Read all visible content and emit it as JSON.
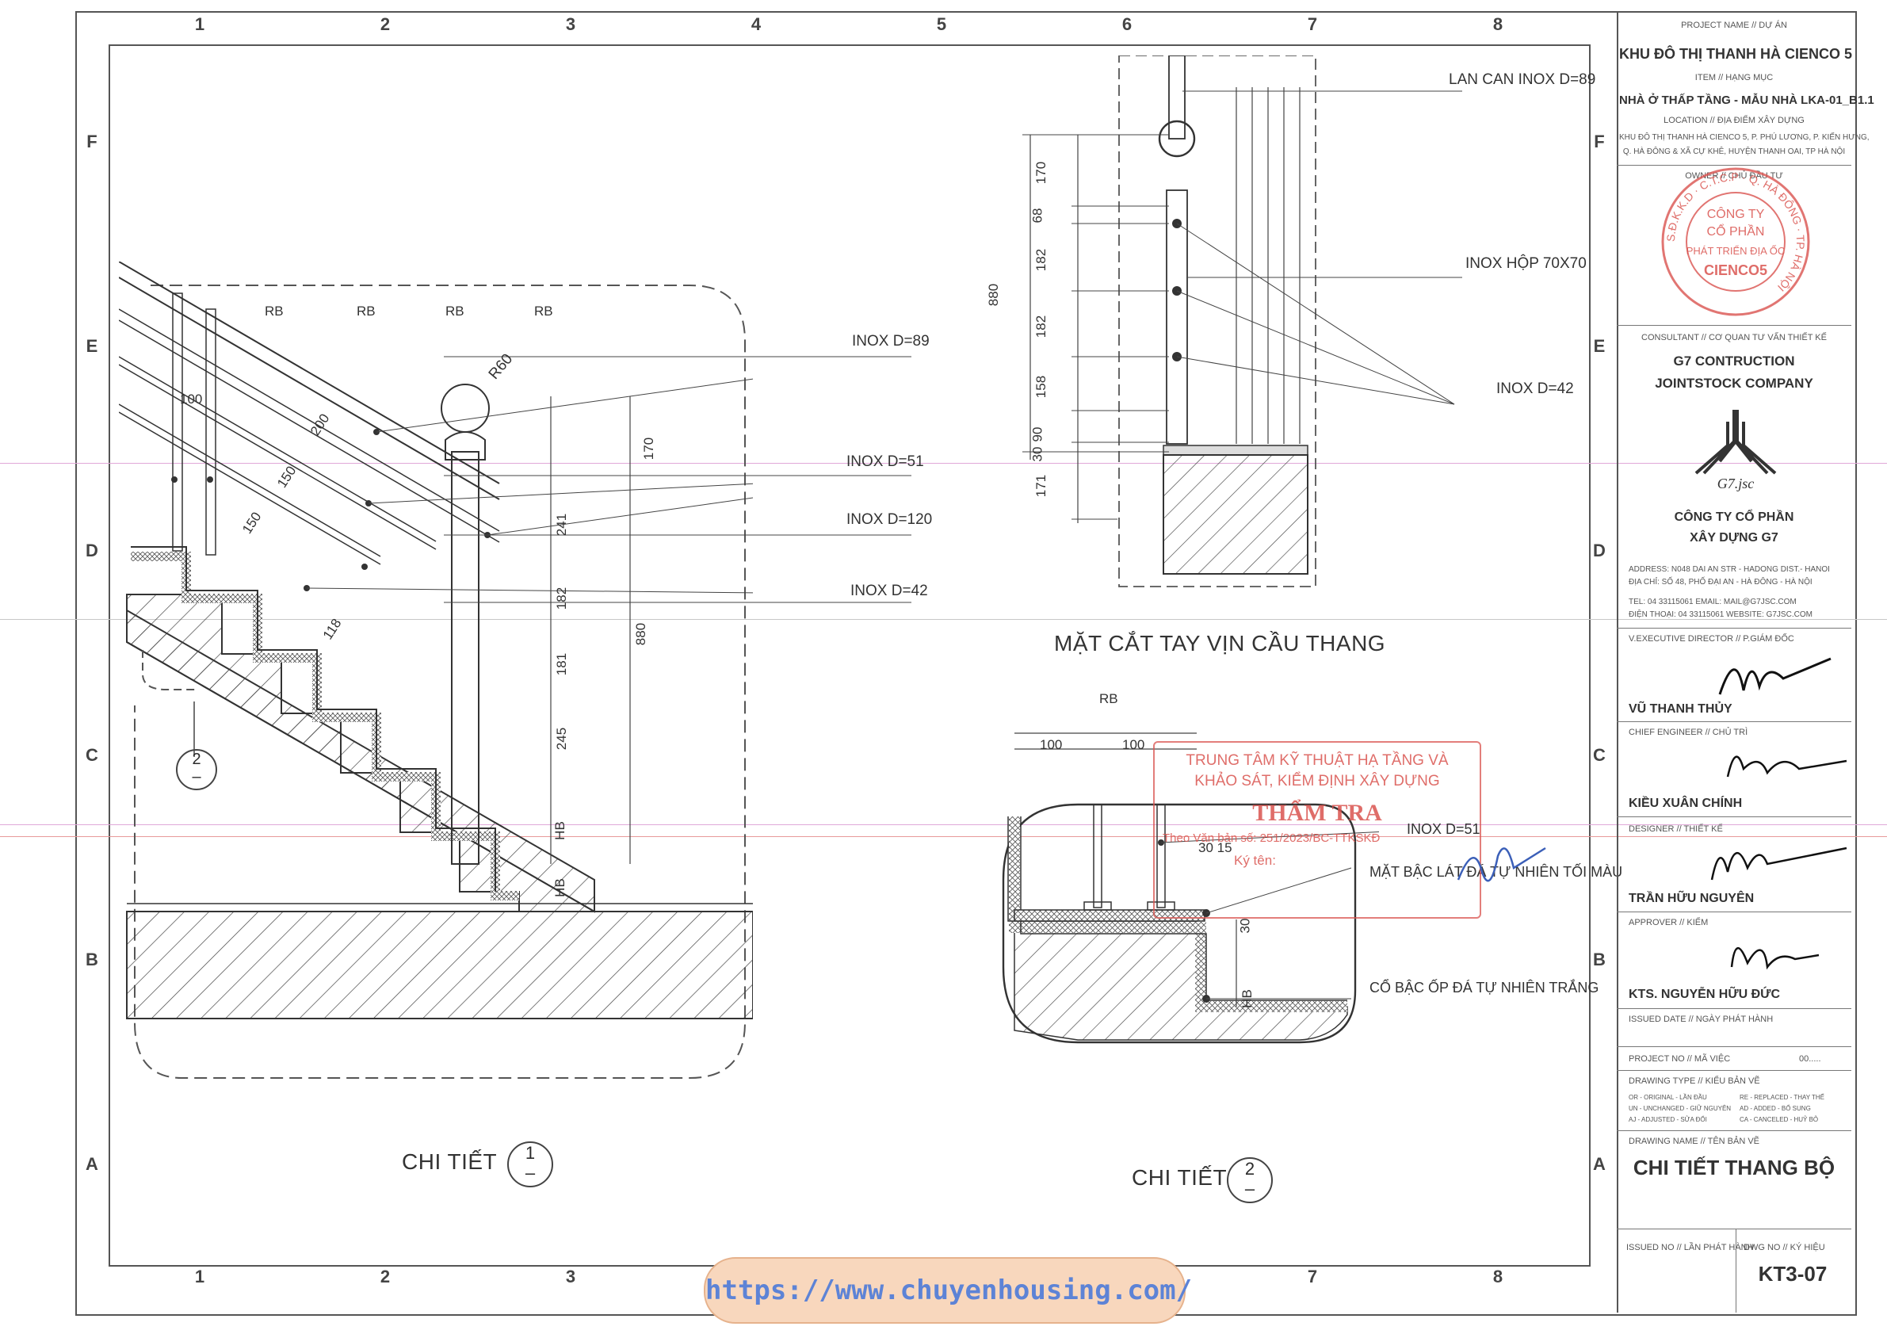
{
  "grid": {
    "cols": [
      "1",
      "2",
      "3",
      "4",
      "5",
      "6",
      "7",
      "8"
    ],
    "rows": [
      "F",
      "E",
      "D",
      "C",
      "B",
      "A"
    ]
  },
  "detail1": {
    "labels": [
      "INOX D=89",
      "INOX D=51",
      "INOX D=120",
      "INOX D=42"
    ],
    "rb": [
      "RB",
      "RB",
      "RB",
      "RB"
    ],
    "radius": "R60",
    "diag_dims": [
      "100",
      "200",
      "150",
      "150",
      "118"
    ],
    "vert_dims": [
      "170",
      "241",
      "182",
      "181",
      "245",
      "HB",
      "HB"
    ],
    "overall": "880",
    "callout_num": "2",
    "callout_sub": "–",
    "caption": "CHI TIẾT",
    "caption_num": "1",
    "caption_sub": "–"
  },
  "section": {
    "labels": [
      "LAN CAN INOX D=89",
      "INOX HỘP 70X70",
      "INOX D=42"
    ],
    "dims": [
      "170",
      "68",
      "182",
      "182",
      "158",
      "90",
      "30",
      "171"
    ],
    "overall": "880",
    "caption": "MẶT CẮT TAY VỊN CẦU THANG"
  },
  "detail2": {
    "rb": "RB",
    "top_dims": [
      "100",
      "100"
    ],
    "small_dims": "30 15",
    "side_dims": [
      "30",
      "HB"
    ],
    "labels": [
      "INOX D=51",
      "MẶT BẬC LÁT ĐÁ TỰ NHIÊN TỐI MÀU",
      "CỔ BẬC ỐP ĐÁ TỰ NHIÊN TRẮNG"
    ],
    "caption": "CHI TIẾT",
    "caption_num": "2",
    "caption_sub": "–"
  },
  "stamp": {
    "line1": "TRUNG TÂM KỸ THUẬT HẠ TẦNG VÀ",
    "line2": "KHẢO SÁT, KIỂM ĐỊNH XÂY DỰNG",
    "title": "THẨM TRA",
    "line3": "Theo Văn bản số: 251/2023/BC-TTKSKĐ",
    "sign": "Ký tên:"
  },
  "title_block": {
    "project_label": "PROJECT NAME // DỰ ÁN",
    "project": "KHU ĐÔ THỊ THANH HÀ CIENCO 5",
    "item_label": "ITEM // HẠNG MỤC",
    "item": "NHÀ Ở THẤP TẦNG - MẪU NHÀ LKA-01_B1.1",
    "location_label": "LOCATION // ĐỊA ĐIỂM XÂY DỰNG",
    "location_1": "KHU ĐÔ THỊ THANH HÀ CIENCO 5, P. PHÚ LƯƠNG, P. KIẾN HƯNG,",
    "location_2": "Q. HÀ ĐÔNG & XÃ CỰ KHÊ, HUYỆN THANH OAI, TP HÀ NỘI",
    "owner_label": "OWNER // CHỦ ĐẦU TƯ",
    "seal": {
      "ring": "S.Đ.K.K.D · C.T.C.P · Q. HÀ ĐÔNG · TP. HÀ NỘI",
      "l1": "CÔNG TY",
      "l2": "CỔ PHẦN",
      "l3": "PHÁT TRIỂN ĐỊA ỐC",
      "l4": "CIENCO5"
    },
    "consultant_label": "CONSULTANT // CƠ QUAN TƯ VẤN THIẾT KẾ",
    "consultant_1": "G7 CONTRUCTION",
    "consultant_2": "JOINTSTOCK COMPANY",
    "logo_text": "G7.jsc",
    "company_1": "CÔNG TY CỔ PHẦN",
    "company_2": "XÂY DỰNG G7",
    "address": "ADDRESS:   N048 DAI AN STR - HADONG DIST.- HANOI",
    "dia_chi": "ĐỊA CHỈ:     SỐ 48, PHỐ ĐẠI AN - HÀ ĐÔNG - HÀ NỘI",
    "tel": "TEL:           04 33115061     EMAIL: MAIL@G7JSC.COM",
    "dien_thoai": "ĐIỆN THOẠI: 04 33115061     WEBSITE: G7JSC.COM",
    "exec_label": "V.EXECUTIVE DIRECTOR // P.GIÁM ĐỐC",
    "exec_name": "VŨ THANH THỦY",
    "chief_label": "CHIEF ENGINEER // CHỦ TRÌ",
    "chief_name": "KIỀU XUÂN CHÍNH",
    "designer_label": "DESIGNER // THIẾT KẾ",
    "designer_name": "TRẦN HỮU NGUYÊN",
    "approver_label": "APPROVER // KIỂM",
    "approver_name": "KTS. NGUYỄN HỮU ĐỨC",
    "issued_date_label": "ISSUED DATE  // NGÀY PHÁT HÀNH",
    "project_no_label": "PROJECT NO // MÃ VIỆC",
    "project_no": "00.....",
    "drawing_type_label": "DRAWING TYPE // KIỂU BẢN VẼ",
    "types": [
      "OR - ORIGINAL    - LẦN ĐẦU",
      "RE - REPLACED   - THAY THẾ",
      "UN - UNCHANGED - GIỮ NGUYÊN",
      "AD - ADDED        - BỔ SUNG",
      "AJ - ADJUSTED   - SỬA ĐỔI",
      "CA - CANCELED   - HUỶ BỎ"
    ],
    "drawing_name_label": "DRAWING NAME // TÊN BẢN VẼ",
    "drawing_name": "CHI TIẾT THANG BỘ",
    "issued_no_label": "ISSUED NO // LẦN PHÁT HÀNH",
    "dwg_no_label": "DWG NO // KÝ HIỆU",
    "dwg_no": "KT3-07"
  },
  "watermark": {
    "url": "https://www.chuyenhousing.com/"
  },
  "colors": {
    "line": "#3a3a3a",
    "stamp_red": "#d9534f",
    "link_blue": "#5d83d6",
    "pill": "#f8d7bd"
  }
}
